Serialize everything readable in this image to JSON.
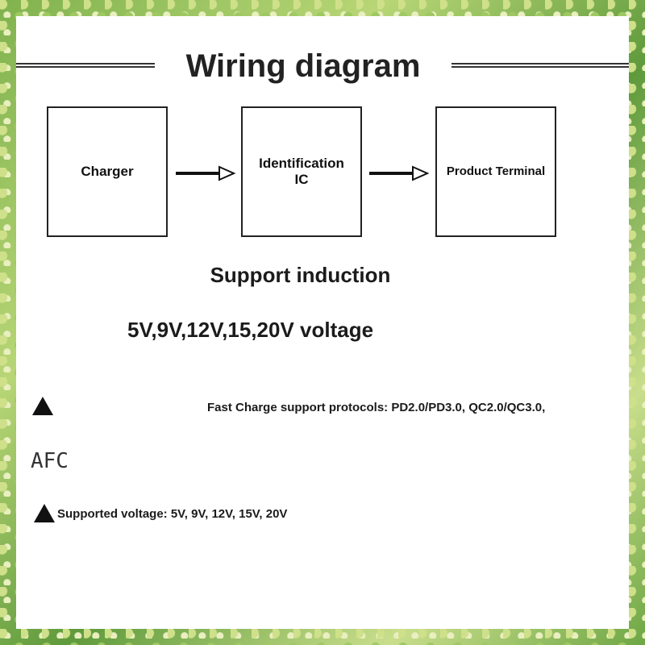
{
  "title": "Wiring diagram",
  "diagram": {
    "nodes": [
      {
        "id": "charger",
        "lines": [
          "Charger"
        ]
      },
      {
        "id": "identification-ic",
        "lines": [
          "Identification",
          "IC"
        ]
      },
      {
        "id": "product-terminal",
        "lines": [
          "Product Terminal"
        ]
      }
    ],
    "edges": [
      {
        "from": "charger",
        "to": "identification-ic"
      },
      {
        "from": "identification-ic",
        "to": "product-terminal"
      }
    ]
  },
  "support": {
    "heading": "Support induction",
    "voltages": "5V,9V,12V,15,20V voltage"
  },
  "notes": {
    "protocols": "Fast Charge support protocols: PD2.0/PD3.0, QC2.0/QC3.0,",
    "protocols_continued": "AFC",
    "supported_voltage": "Supported voltage: 5V, 9V, 12V, 15V, 20V"
  },
  "icons": {
    "bullet": "triangle-bullet-icon",
    "arrow": "hollow-arrow-icon"
  },
  "colors": {
    "ink": "#1b1b1b",
    "background": "#ffffff"
  }
}
